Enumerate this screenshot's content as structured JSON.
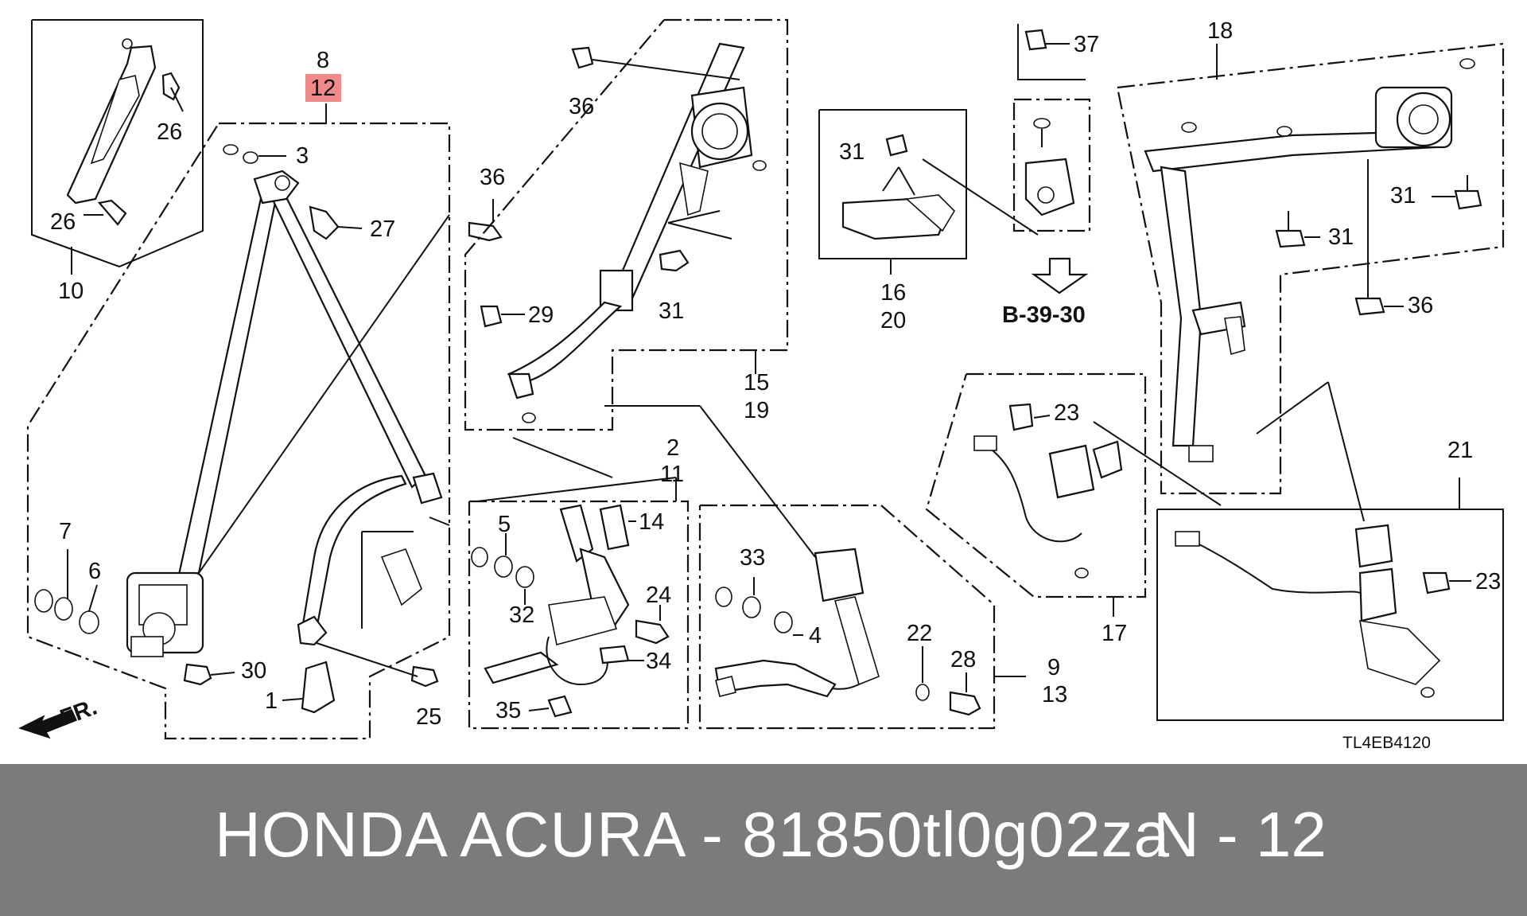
{
  "diagram": {
    "drawing_code": "TL4EB4120",
    "section_ref": "B-39-30",
    "direction_label": "FR.",
    "highlighted_callout": "12",
    "callouts": [
      "1",
      "2",
      "3",
      "4",
      "5",
      "6",
      "7",
      "8",
      "9",
      "10",
      "11",
      "12",
      "13",
      "14",
      "15",
      "16",
      "17",
      "18",
      "19",
      "20",
      "21",
      "22",
      "23",
      "24",
      "25",
      "26",
      "27",
      "28",
      "29",
      "30",
      "31",
      "32",
      "33",
      "34",
      "35",
      "36",
      "37"
    ]
  },
  "footer": {
    "title": "HONDA ACURA - 81850tl0g02za",
    "ref": "N - 12"
  },
  "colors": {
    "highlight": "#f08a8a",
    "footer_bg": "#7b7b7b",
    "footer_text": "#ffffff"
  }
}
